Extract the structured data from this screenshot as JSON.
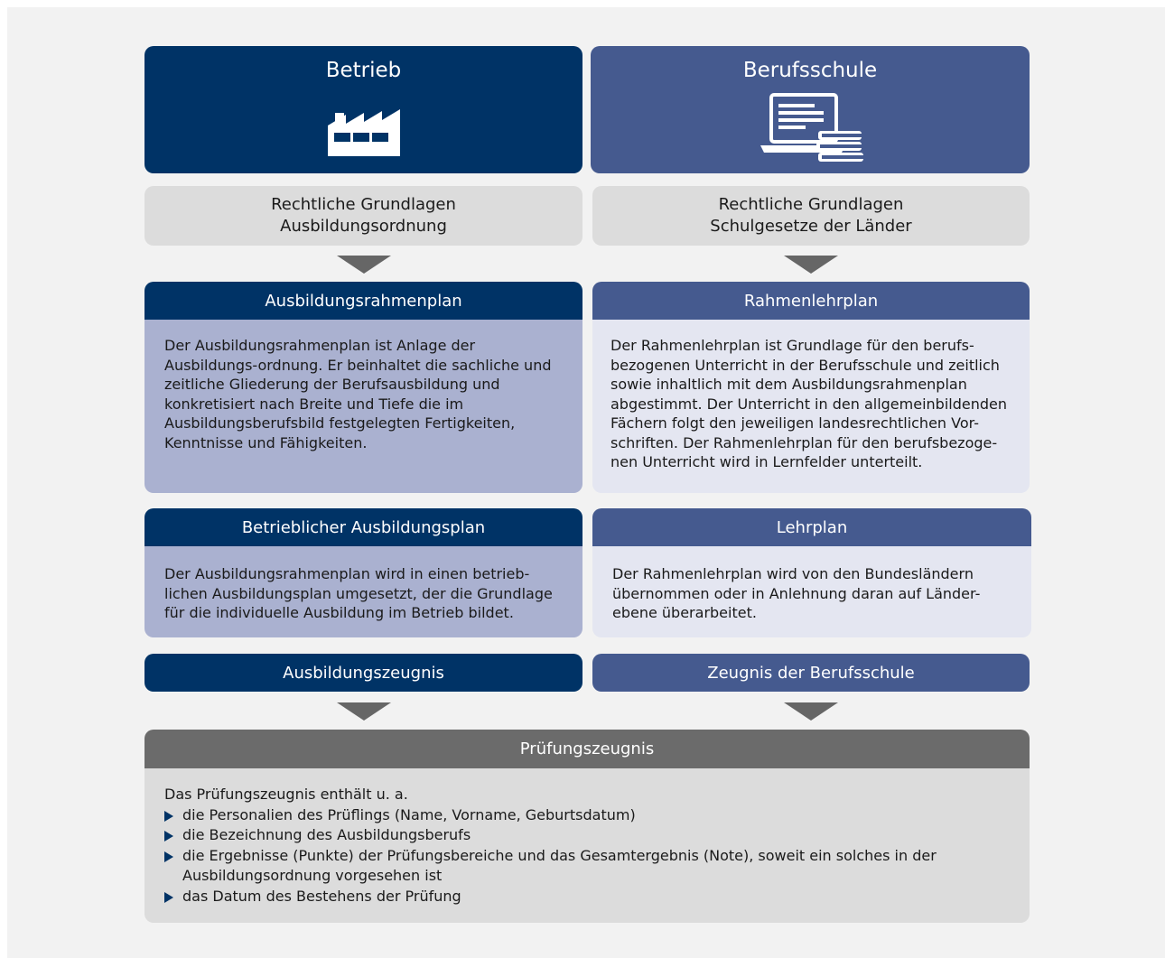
{
  "left": {
    "header_title": "Betrieb",
    "header_icon": "factory-icon",
    "legal_line1": "Rechtliche Grundlagen",
    "legal_line2": "Ausbildungsordnung",
    "plan_title": "Ausbildungsrahmenplan",
    "plan_text": "Der Ausbildungsrahmenplan ist Anlage der Ausbildungs-ordnung. Er beinhaltet die sachliche und zeitliche Gliederung der Berufsausbildung und konkretisiert nach Breite und Tiefe die im Ausbildungsberufsbild festgelegten Fertigkeiten, Kenntnisse und Fähigkeiten.",
    "detail_title": "Betrieblicher Ausbildungsplan",
    "detail_text": "Der Ausbildungsrahmenplan wird in einen betrieb-lichen Ausbildungsplan umgesetzt, der die Grundlage für die individuelle Ausbildung im Betrieb bildet.",
    "certificate": "Ausbildungszeugnis"
  },
  "right": {
    "header_title": "Berufsschule",
    "header_icon": "laptop-books-icon",
    "legal_line1": "Rechtliche Grundlagen",
    "legal_line2": "Schulgesetze der Länder",
    "plan_title": "Rahmenlehrplan",
    "plan_text": "Der Rahmenlehrplan ist Grundlage für den berufs-bezogenen Unterricht in der Berufsschule und zeitlich sowie inhaltlich mit dem Ausbildungsrahmenplan abgestimmt. Der Unterricht in den allgemeinbildenden Fächern folgt den jeweiligen landesrechtlichen Vor-schriften. Der Rahmenlehrplan für den berufsbezoge-nen Unterricht wird in Lernfelder unterteilt.",
    "detail_title": "Lehrplan",
    "detail_text": "Der Rahmenlehrplan wird von den Bundesländern übernommen oder in Anlehnung daran auf Länder-ebene überarbeitet.",
    "certificate": "Zeugnis der Berufsschule"
  },
  "exam": {
    "title": "Prüfungszeugnis",
    "intro": "Das Prüfungszeugnis enthält u. a.",
    "items": [
      "die Personalien des Prüflings (Name, Vorname, Geburtsdatum)",
      "die Bezeichnung des Ausbildungsberufs",
      "die Ergebnisse (Punkte) der Prüfungsbereiche und das Gesamtergebnis (Note), soweit ein solches in der Ausbildungsordnung vorgesehen ist",
      "das Datum des Bestehens der Prüfung"
    ]
  },
  "colors": {
    "navy": "#003366",
    "blue": "#455a8f",
    "gray_dark": "#6b6b6b",
    "gray_light": "#dcdcdc",
    "lavender_dark": "#aab1d0",
    "lavender_light": "#e4e6f1"
  }
}
